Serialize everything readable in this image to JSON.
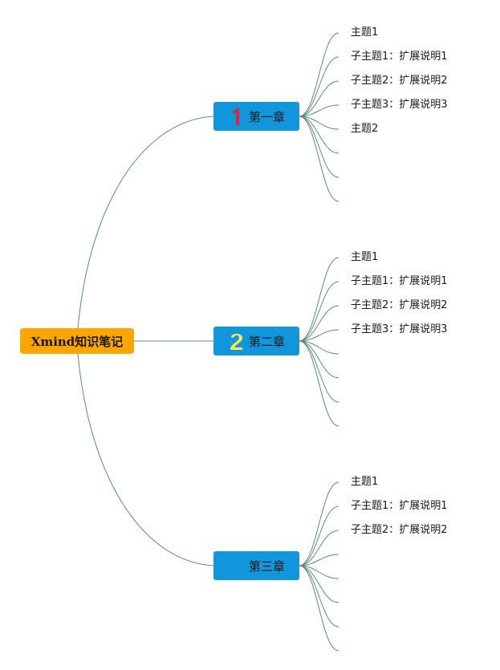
{
  "diagram": {
    "root": {
      "label": "Xmind知识笔记",
      "color": "#FFA500"
    },
    "branch_color": "#1296DB",
    "line_color": "#5B8C77",
    "chapters": [
      {
        "label": "第一章",
        "marker": {
          "text": "1",
          "color": "#D7263D",
          "icon": "priority-1-icon"
        },
        "topics": [
          "主题1",
          "子主题1：扩展说明1",
          "子主题2：扩展说明2",
          "子主题3：扩展说明3",
          "主题2",
          "",
          "",
          ""
        ]
      },
      {
        "label": "第二章",
        "marker": {
          "text": "2",
          "color": "#FFE94D",
          "icon": "priority-2-icon"
        },
        "topics": [
          "主题1",
          "子主题1：扩展说明1",
          "子主题2：扩展说明2",
          "子主题3：扩展说明3",
          "",
          "",
          "",
          ""
        ]
      },
      {
        "label": "第三章",
        "marker": null,
        "topics": [
          "主题1",
          "子主题1：扩展说明1",
          "子主题2：扩展说明2",
          "",
          "",
          "",
          "",
          ""
        ]
      }
    ]
  }
}
